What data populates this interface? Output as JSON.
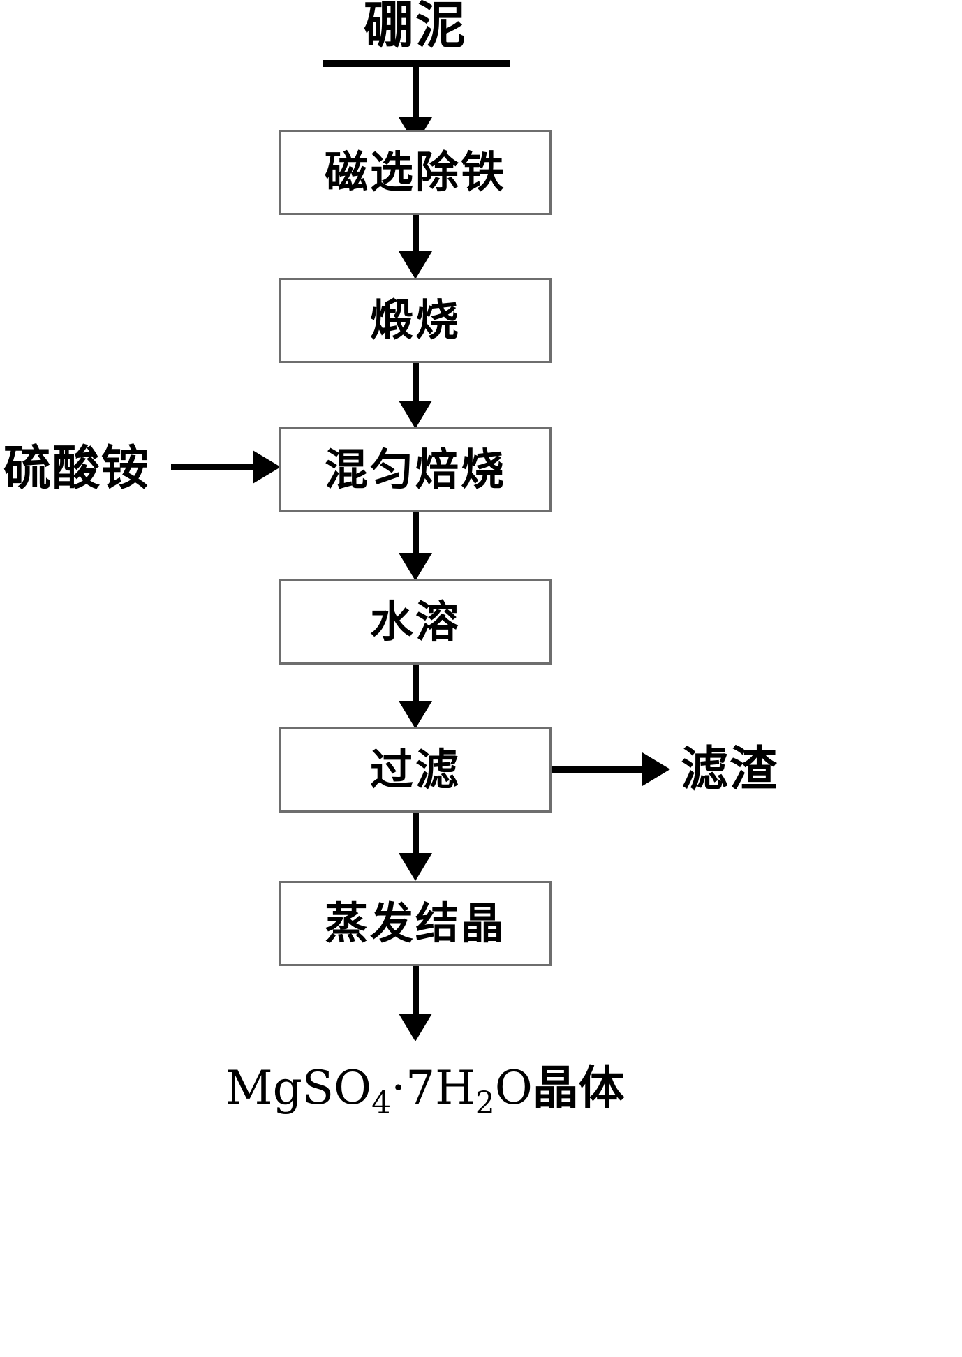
{
  "diagram": {
    "title": "硼泥",
    "type": "process-flowchart",
    "steps": [
      {
        "id": "magnetic-separation",
        "label": "磁选除铁"
      },
      {
        "id": "calcination",
        "label": "煅烧"
      },
      {
        "id": "mix-roasting",
        "label": "混匀焙烧"
      },
      {
        "id": "water-dissolution",
        "label": "水溶"
      },
      {
        "id": "filtration",
        "label": "过滤"
      },
      {
        "id": "evaporation-crystallization",
        "label": "蒸发结晶"
      }
    ],
    "inputs": [
      {
        "id": "ammonium-sulfate",
        "label": "硫酸铵",
        "into": "mix-roasting",
        "side": "left"
      }
    ],
    "side_outputs": [
      {
        "id": "filter-residue",
        "label": "滤渣",
        "from": "filtration",
        "side": "right"
      }
    ],
    "final_product": {
      "id": "magnesium-sulfate-heptahydrate",
      "prefix": "MgSO",
      "sub1": "4",
      "middot": "·7H",
      "sub2": "2",
      "mid": "O",
      "suffix": "晶体",
      "full_text": "MgSO4·7H2O晶体"
    },
    "colors": {
      "box_border": "#6e6e6e",
      "line": "#000000",
      "text": "#000000",
      "background": "#ffffff"
    }
  }
}
